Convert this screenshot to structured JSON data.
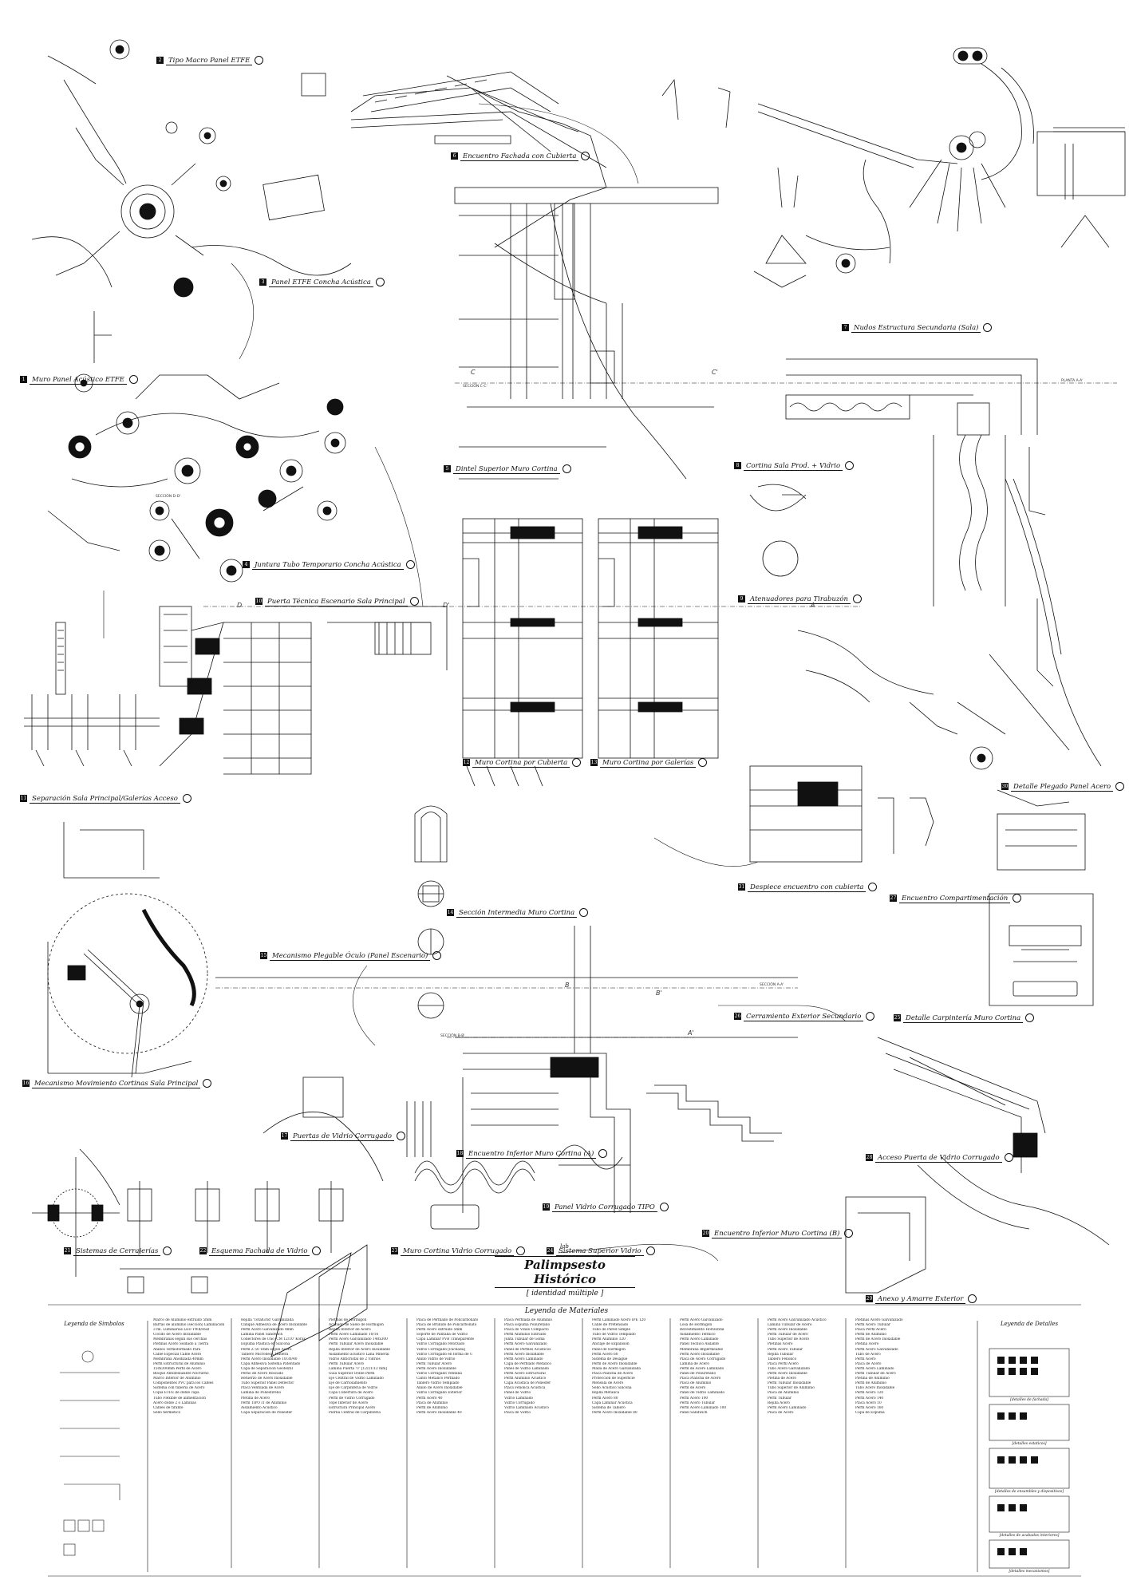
{
  "title": {
    "lab": "lab",
    "main": "Palimpsesto Histórico",
    "subtitle": "[ identidad múltiple ]"
  },
  "legend_materials_title": "Leyenda de Materiales",
  "legend_symbols_title": "Leyenda de Simbolos",
  "legend_details_title": "Leyenda de Detalles",
  "detail_captions": [
    "[detalles de fachada]",
    "[detalles estaticos]",
    "[detalles de ensambles y dispositivos]",
    "[detalles de acabados interiores]",
    "[detalles mecanismos]"
  ],
  "detail_labels": [
    {
      "n": "1",
      "text": "Muro Panel Acústico ETFE"
    },
    {
      "n": "2",
      "text": "Tipo Macro Panel ETFE"
    },
    {
      "n": "3",
      "text": "Panel ETFE Concha Acústica"
    },
    {
      "n": "4",
      "text": "Juntura Tubo Temporario Concha Acústica"
    },
    {
      "n": "5",
      "text": "Dintel Superior Muro Cortina"
    },
    {
      "n": "6",
      "text": "Encuentro Fachada con Cubierta"
    },
    {
      "n": "7",
      "text": "Nudos Estructura Secundaria (Sala)"
    },
    {
      "n": "8",
      "text": "Cortina Sala Prod. + Vidrio"
    },
    {
      "n": "9",
      "text": "Atenuadores para Tirabuzón"
    },
    {
      "n": "10",
      "text": "Puerta Técnica Escenario Sala Principal"
    },
    {
      "n": "11",
      "text": "Separación Sala Principal/Galerías Acceso"
    },
    {
      "n": "12",
      "text": "Muro Cortina por Cubierta"
    },
    {
      "n": "13",
      "text": "Muro Cortina por Galerías"
    },
    {
      "n": "14",
      "text": "Sección Intermedia Muro Cortina"
    },
    {
      "n": "15",
      "text": "Mecanismo Plegable Óculo (Panel Escenario)"
    },
    {
      "n": "16",
      "text": "Mecanismo Movimiento Cortinas Sala Principal"
    },
    {
      "n": "17",
      "text": "Puertas de Vidrio Corrugado"
    },
    {
      "n": "18",
      "text": "Encuentro Inferior Muro Cortina (A)"
    },
    {
      "n": "19",
      "text": "Panel Vidrio Corrugado TIPO"
    },
    {
      "n": "20",
      "text": "Encuentro Inferior Muro Cortina (B)"
    },
    {
      "n": "21",
      "text": "Sistemas de Cerrajerías"
    },
    {
      "n": "22",
      "text": "Esquema Fachada de Vidrio"
    },
    {
      "n": "23",
      "text": "Muro Cortina Vidrio Corrugado"
    },
    {
      "n": "24",
      "text": "Sistema Superior Vidrio"
    },
    {
      "n": "25",
      "text": "Detalle Carpintería Muro Cortina"
    },
    {
      "n": "26",
      "text": "Cerramiento Exterior Secundario"
    },
    {
      "n": "27",
      "text": "Encuentro Compartimentación"
    },
    {
      "n": "28",
      "text": "Acceso Puerta de Vidrio Corrugado"
    },
    {
      "n": "29",
      "text": "Anexo y Amarre Exterior"
    },
    {
      "n": "30",
      "text": "Detalle Plegado Panel Acero"
    },
    {
      "n": "31",
      "text": "Despiece encuentro con cubierta"
    }
  ],
  "section_marks": [
    "PLANTA A-A'",
    "SECCIÓN A-A'",
    "SECCIÓN B-B'",
    "SECCIÓN C-C'",
    "SECCIÓN D-D'",
    "A",
    "A'",
    "B",
    "B'",
    "C",
    "C'",
    "D",
    "D'"
  ],
  "legend_columns": [
    [
      "Marco de Aluminio extruido 5mm",
      "Barras de aluminio (sección) Laminación",
      "3 ml. Luminarias LED TWB/ASB",
      "Cocido de Acero Inoxidable",
      "Membranas según sus cerchas",
      "Pletinas Acero Soldado a Tierra",
      "Anillos Termoformado Para",
      "Cable Especial Cable Acero",
      "Membrana Anodizada 40mm",
      "Perfil Estructural de Aluminio",
      "150x300mm Perfil de Acero",
      "Bloque Antideslizante Nocturno",
      "Marco Interior de Aluminio",
      "Componentes PVC para los Cables",
      "Sistema con tubería de Acero",
      "Copia ETFE de doble capa",
      "Tubo Flexible de alimentación",
      "Acero doble 2 o Láminas",
      "Cables de tirante",
      "Sello hermético"
    ],
    [
      "Rejilla 'TotalGrid' Galvanizada",
      "Clinque Adhesiva de Acero Inoxidable",
      "Perfil Acero Galvanizado 4mm",
      "Lámina Panel Sándwich",
      "Conectores de Uno 'CM 12/10' Korax",
      "Espuma Plástica en Silicona",
      "Perfil Z 50 1mm según Acero",
      "Tablero Microdeck Madera",
      "Perfil Acero Inoxidable 10/30/40",
      "Capa Adhesiva Sistema Patentado",
      "Capa de Separación Geotextil",
      "Perno de Acero Roscado",
      "Refuerzo de Acero Inoxidable",
      "Tubo Superior Panel Deflector",
      "Placa Ventilada de Acero",
      "Lámina de Poliestireno",
      "Pletina de Acero",
      "Perfil TIPO IT de Aluminio",
      "Aislamiento Acústico",
      "Capa Separación de Poliéster"
    ],
    [
      "Pletinas de Hormigón",
      "Acabado de Suelo de Hormigón",
      "Rejilla Interior de Acero",
      "Perfil Acero Laminado 10/16",
      "Perfil Acero Galvanizado 140x300",
      "Perfil Tubular Acero Inoxidable",
      "Rejilla Interior de Acero Inoxidable",
      "Aislamiento acústico Lana Mineral",
      "Vidrio Anticristal de 2 Vidrios",
      "Perfil Tubular Acero",
      "Lámina Puerta 'U' [12/21/12 mm]",
      "Guía Superior Doble Perfil",
      "Eje Central de Vidrio Laminado",
      "Eje de Carriolamiento",
      "Eje de Carpintería de Vidrio",
      "Capa Cobertura de Acero",
      "Perfil de Vidrio Corrugado",
      "Tope Inferior de Acero",
      "Estructura Principal Acero",
      "Pierna Central de Carpintería"
    ],
    [
      "Placa de Perfilado de Policarbonato",
      "Placa de Bruñido de Policarbonato",
      "Perfil Acero extruido 5mm",
      "Soporte de Pantalla de Vidrio",
      "Capa Laminar PVB Transparente",
      "Vidrio Corrugado reforzado",
      "Vidrio Corrugado [Fachada]",
      "Vidrio Corrugado en forma de U",
      "Anillo Vidrio de Vidrio",
      "Perfil Tubular Acero",
      "Perfil Acero Inoxidable",
      "Vidrio Corrugado Ventana",
      "Canto Metálico Perfilado",
      "Tablero Vidrio Templado",
      "Anillo de Acero Inoxidable",
      "Vidrio Corrugado Exterior",
      "Perfil Acero 40",
      "Placa de Aluminio",
      "Perfil de Aluminio",
      "Perfil Acero Inoxidable 40"
    ],
    [
      "Placa Perfilada de Aluminio",
      "Placa Espuma Poliuretano",
      "Placa de Vinilo Compacto",
      "Perfil Aluminio Extruido",
      "Junta Tubular de Goma",
      "Perfil Acero Galvanizado",
      "Panel de Perfiles Acústicos",
      "Perfil Acero Inoxidable",
      "Perfil Acero Laminado",
      "Capa de Perfilado Metálico",
      "Panel de Vidrio Laminado",
      "Perfil Acero Estructural",
      "Perfil Aluminio Acústico",
      "Capa Acústica de Poliéster",
      "Placa Fenólica Acústica",
      "Panel de Vidrio",
      "Vidrio Laminado",
      "Vidrio Corrugado",
      "Vidrio Laminado Acústico",
      "Placa de Vidrio"
    ],
    [
      "Perfil Laminado Acero IPE 120",
      "Cable de Pretensado",
      "Tubo de Pared Simple",
      "Tubo de Vidrio Templado",
      "Perfil Aluminio 120",
      "Anclaje de Expansión",
      "Panel de Hormigón",
      "Perfil Acero 60",
      "Sistema de Desagüe",
      "Perfil de Acero Inoxidable",
      "Malla de Acero Galvanizada",
      "Placa Plancha de Acero",
      "Protección de Superficie",
      "Ménsula de Acero",
      "Sello Acústico Silicona",
      "Rejilla Metálica",
      "Perfil Acero 80",
      "Capa Laminar Acústica",
      "Sistema de Tablero",
      "Perfil Acero Inoxidable 80"
    ],
    [
      "Perfil Acero Galvanizado",
      "Losa de Hormigón",
      "Revestimiento Horizontal",
      "Aislamiento Térmico",
      "Perfil Acero Laminado",
      "Panel Técnico Aislante",
      "Membrana Impermeable",
      "Perfil Acero Inoxidable",
      "Placa de Acero Corrugado",
      "Lámina de Acero",
      "Perfil de Acero Laminado",
      "Panel de Poliuretano",
      "Placa Plancha de Acero",
      "Placa de Aluminio",
      "Perfil de Acero",
      "Panel de Vidrio Laminado",
      "Perfil Acero 100",
      "Perfil Acero Tubular",
      "Perfil Acero Laminado 100",
      "Panel Sándwich"
    ],
    [
      "Perfil Acero Galvanizado Acústico",
      "Lámina Tubular de Acero",
      "Perfil Acero Inoxidable",
      "Perfil Tubular de Acero",
      "Tubo Superior de Acero",
      "Pletinas Acero",
      "Perfil Acero Tubular",
      "Rejilla Tubular",
      "Tablero Fenólico",
      "Placa Perfil Acero",
      "Tubo Acero Galvanizado",
      "Perfil Acero Inoxidable",
      "Pletina de Acero",
      "Perfil Tubular Inoxidable",
      "Tubo Superior de Aluminio",
      "Placa de Aluminio",
      "Perfil Tubular",
      "Rejilla Acero",
      "Perfil Acero Laminado",
      "Placa de Acero"
    ],
    [
      "Pletinas Acero Galvanizado",
      "Perfil Acero Tubular",
      "Placa Perfil Acero",
      "Perfil de Aluminio",
      "Perfil de Acero Inoxidable",
      "Pletina Acero",
      "Perfil Acero Galvanizado",
      "Tubo de Acero",
      "Perfil Acero",
      "Placa de Acero",
      "Perfil Acero Laminado",
      "Perfil Tubular de Acero",
      "Pletina de Aluminio",
      "Perfil de Aluminio",
      "Tubo Acero Inoxidable",
      "Perfil Acero 120",
      "Perfil Acero 140",
      "Placa Acero 10",
      "Perfil Acero 160",
      "Capa de Espuma"
    ]
  ]
}
